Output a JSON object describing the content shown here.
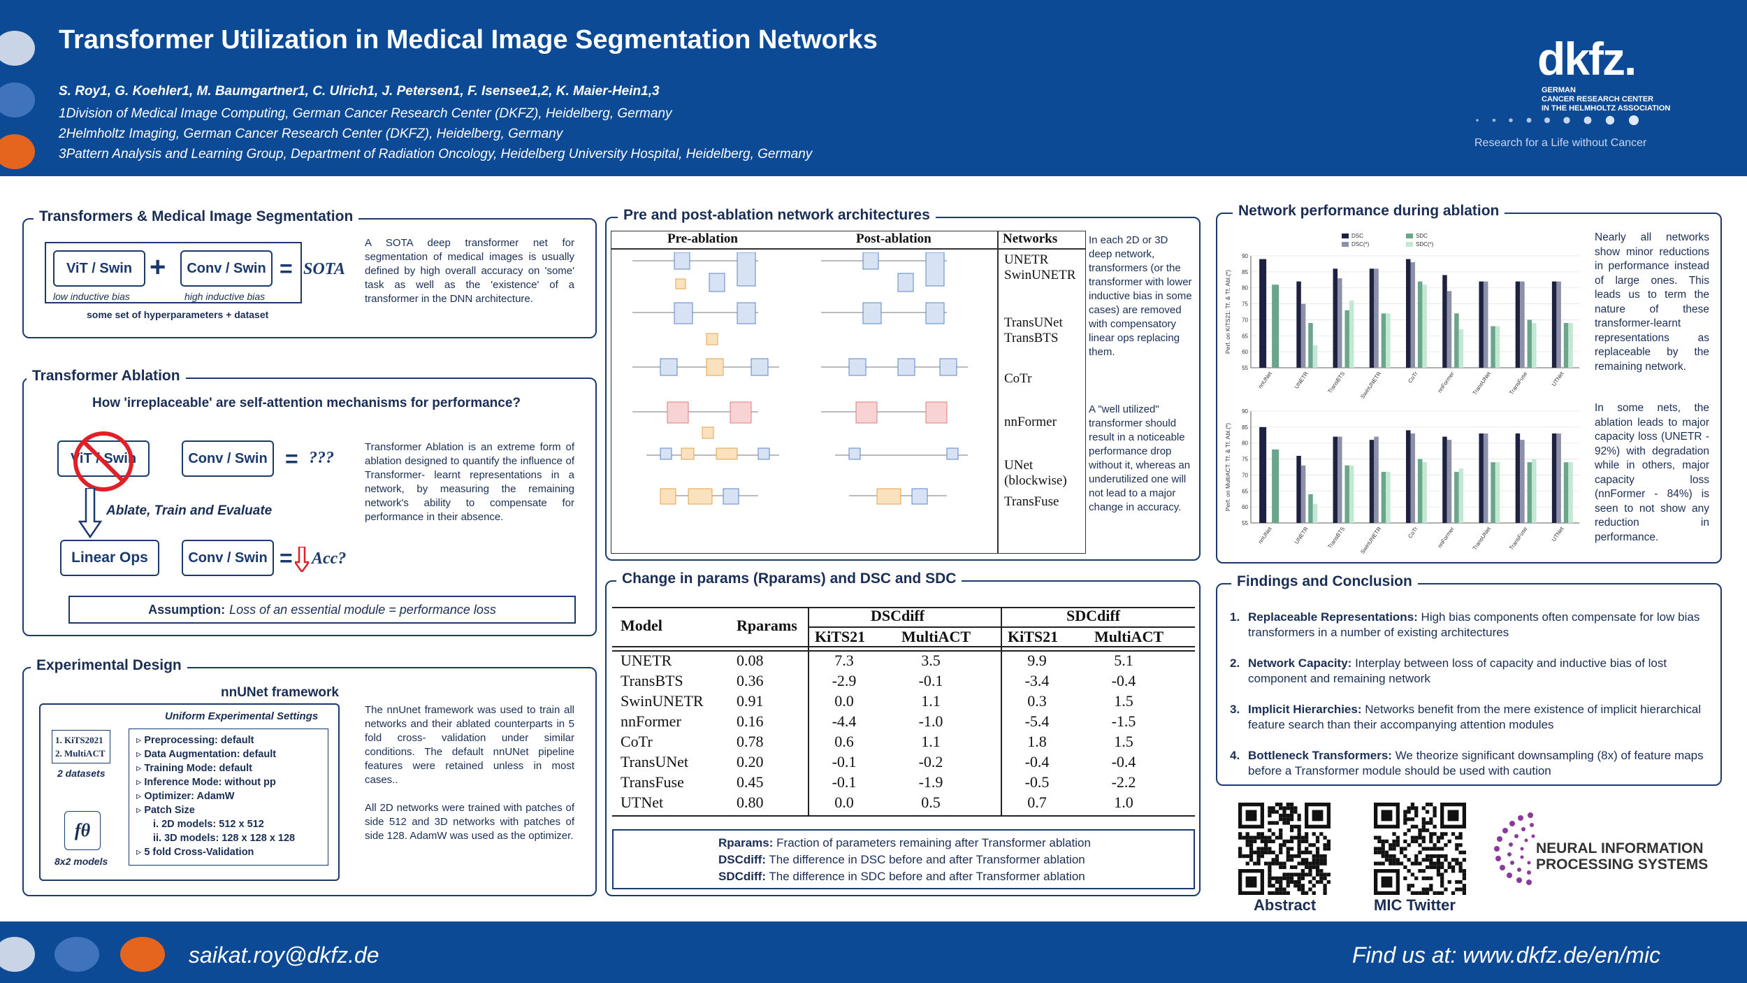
{
  "header": {
    "title": "Transformer Utilization in Medical Image Segmentation Networks",
    "authors": "S. Roy1, G. Koehler1, M. Baumgartner1, C. Ulrich1, J. Petersen1, F. Isensee1,2, K. Maier-Hein1,3",
    "affiliations": [
      "1Division of Medical Image Computing, German Cancer Research Center (DKFZ), Heidelberg, Germany",
      "2Helmholtz Imaging, German Cancer Research Center (DKFZ), Heidelberg, Germany",
      "3Pattern Analysis and Learning Group, Department of Radiation Oncology, Heidelberg University Hospital, Heidelberg, Germany"
    ],
    "logo": "dkfz.",
    "logo_sub": [
      "GERMAN",
      "CANCER RESEARCH CENTER",
      "IN THE HELMHOLTZ ASSOCIATION"
    ],
    "slogan": "Research for a Life without Cancer"
  },
  "panel1": {
    "title": "Transformers & Medical Image Segmentation",
    "vit": "ViT / Swin",
    "conv": "Conv / Swin",
    "plus": "+",
    "eq": "=",
    "sota": "SOTA",
    "low": "low inductive bias",
    "high": "high inductive bias",
    "hyper": "some set of hyperparameters + dataset",
    "text": "A SOTA deep transformer net for segmentation of medical images is usually defined by high overall accuracy on 'some' task as well as the 'existence' of a transformer in the DNN architecture."
  },
  "panel2": {
    "title": "Transformer Ablation",
    "question": "How 'irreplaceable' are self-attention mechanisms for performance?",
    "vit": "ViT / Swin",
    "conv": "Conv / Swin",
    "qqq": "???",
    "ablate": "Ablate, Train and Evaluate",
    "linear": "Linear Ops",
    "acc": "Acc?",
    "text": "Transformer Ablation is an extreme form of ablation designed to quantify the influence of Transformer- learnt representations in a network, by measuring the remaining network's ability to compensate for performance in their absence.",
    "assumption_bold": "Assumption:",
    "assumption": "Loss of an essential module = performance loss"
  },
  "panel3": {
    "title": "Experimental Design",
    "framework": "nnUNet framework",
    "uniform": "Uniform Experimental Settings",
    "datasets": [
      "1. KiTS2021",
      "2. MultiACT"
    ],
    "datasets_label": "2 datasets",
    "models_label": "8x2 models",
    "f_theta": "fθ",
    "settings": [
      "Preprocessing: default",
      "Data Augmentation: default",
      "Training Mode: default",
      "Inference Mode: without pp",
      "Optimizer: AdamW",
      "Patch Size",
      "i.  2D models: 512 x 512",
      "ii.  3D models: 128 x 128 x 128",
      "5 fold Cross-Validation"
    ],
    "text1": "The nnUnet framework was used to train all networks and their ablated counterparts in 5 fold cross- validation under similar conditions. The default nnUNet pipeline features were retained unless in most cases..",
    "text2": "All 2D networks were trained with patches of side 512 and 3D networks with patches of side 128. AdamW was used as the optimizer."
  },
  "panel4": {
    "title": "Pre and post-ablation network architectures",
    "col_pre": "Pre-ablation",
    "col_post": "Post-ablation",
    "col_net": "Networks",
    "networks": [
      "UNETR",
      "SwinUNETR",
      "TransUNet",
      "TransBTS",
      "CoTr",
      "nnFormer",
      "UNet",
      "(blockwise)",
      "TransFuse"
    ],
    "text1": "In each 2D or 3D deep network, transformers (or the transformer with lower inductive bias in some cases) are removed with compensatory linear ops replacing them.",
    "text2": "A \"well utilized\" transformer should result in a noticeable performance drop without it, whereas an underutilized one will not lead to a major change in accuracy."
  },
  "panel5": {
    "title": "Change in params (Rparams) and DSC and SDC",
    "h_model": "Model",
    "h_r": "Rparams",
    "h_dsc": "DSCdiff",
    "h_sdc": "SDCdiff",
    "h_kits": "KiTS21",
    "h_multi": "MultiACT",
    "rows": [
      [
        "UNETR",
        "0.08",
        "7.3",
        "3.5",
        "9.9",
        "5.1"
      ],
      [
        "TransBTS",
        "0.36",
        "-2.9",
        "-0.1",
        "-3.4",
        "-0.4"
      ],
      [
        "SwinUNETR",
        "0.91",
        "0.0",
        "1.1",
        "0.3",
        "1.5"
      ],
      [
        "nnFormer",
        "0.16",
        "-4.4",
        "-1.0",
        "-5.4",
        "-1.5"
      ],
      [
        "CoTr",
        "0.78",
        "0.6",
        "1.1",
        "1.8",
        "1.5"
      ],
      [
        "TransUNet",
        "0.20",
        "-0.1",
        "-0.2",
        "-0.4",
        "-0.4"
      ],
      [
        "TransFuse",
        "0.45",
        "-0.1",
        "-1.9",
        "-0.5",
        "-2.2"
      ],
      [
        "UTNet",
        "0.80",
        "0.0",
        "0.5",
        "0.7",
        "1.0"
      ]
    ],
    "legend": [
      [
        "Rparams:",
        "Fraction of parameters remaining after Transformer ablation"
      ],
      [
        "DSCdiff:",
        "The difference in DSC before and after Transformer ablation"
      ],
      [
        "SDCdiff:",
        "The difference in SDC before and after Transformer ablation"
      ]
    ]
  },
  "panel6": {
    "title": "Network performance during ablation",
    "text1": "Nearly all networks show minor reductions in performance instead of large ones. This leads us to term the nature of these transformer-learnt representations as replaceable by the remaining network.",
    "text2": "In some nets, the ablation leads to major capacity loss (UNETR - 92%) with degradation while in others, major capacity loss (nnFormer - 84%) is seen to not show any reduction in performance."
  },
  "chart_data": [
    {
      "type": "bar",
      "ylabel": "Perf. on KiTS21: Tf. & Tf. Abl.(*)",
      "ylim": [
        55,
        90
      ],
      "legend": [
        "DSC",
        "DSC(*)",
        "SDC",
        "SDC(*)"
      ],
      "categories": [
        "nnUNet",
        "UNETR",
        "TransBTS",
        "SwinUNETR",
        "CoTr",
        "nnFormer",
        "TransUNet",
        "TransFuse",
        "UTNet"
      ],
      "series": [
        {
          "name": "DSC",
          "values": [
            89,
            82,
            86,
            86,
            89,
            84,
            82,
            82,
            82
          ]
        },
        {
          "name": "DSC(*)",
          "values": [
            null,
            75,
            83,
            86,
            88,
            79,
            82,
            82,
            82
          ]
        },
        {
          "name": "SDC",
          "values": [
            81,
            69,
            73,
            72,
            82,
            72,
            68,
            70,
            69
          ]
        },
        {
          "name": "SDC(*)",
          "values": [
            null,
            62,
            76,
            72,
            81,
            67,
            68,
            69,
            69
          ]
        }
      ],
      "colors": [
        "#1e2240",
        "#8d90a8",
        "#6aa58c",
        "#c2e8d4"
      ]
    },
    {
      "type": "bar",
      "ylabel": "Perf. on MultiACT: Tf. & Tf. Abl.(*)",
      "ylim": [
        55,
        90
      ],
      "legend": [
        "DSC",
        "DSC(*)",
        "SDC",
        "SDC(*)"
      ],
      "categories": [
        "nnUNet",
        "UNETR",
        "TransBTS",
        "SwinUNETR",
        "CoTr",
        "nnFormer",
        "TransUNet",
        "TransFuse",
        "UTNet"
      ],
      "series": [
        {
          "name": "DSC",
          "values": [
            85,
            76,
            82,
            81,
            84,
            82,
            83,
            83,
            83
          ]
        },
        {
          "name": "DSC(*)",
          "values": [
            null,
            73,
            82,
            82,
            83,
            81,
            83,
            81,
            83
          ]
        },
        {
          "name": "SDC",
          "values": [
            78,
            64,
            73,
            71,
            75,
            71,
            74,
            74,
            74
          ]
        },
        {
          "name": "SDC(*)",
          "values": [
            null,
            61,
            73,
            71,
            74,
            72,
            74,
            75,
            74
          ]
        }
      ],
      "colors": [
        "#1e2240",
        "#8d90a8",
        "#6aa58c",
        "#c2e8d4"
      ]
    }
  ],
  "panel7": {
    "title": "Findings and Conclusion",
    "items": [
      {
        "n": "1.",
        "head": "Replaceable Representations:",
        "body": "High bias components often compensate for low bias transformers in a number of existing architectures"
      },
      {
        "n": "2.",
        "head": "Network Capacity:",
        "body": "Interplay between loss of capacity and inductive bias of lost component and remaining network"
      },
      {
        "n": "3.",
        "head": "Implicit Hierarchies:",
        "body": "Networks benefit from the mere existence of implicit hierarchical feature search than their accompanying attention modules"
      },
      {
        "n": "4.",
        "head": "Bottleneck Transformers:",
        "body": "We theorize significant downsampling (8x) of feature maps before a Transformer module should be used with caution"
      }
    ],
    "qr1": "Abstract",
    "qr2": "MIC Twitter",
    "neurips": [
      "NEURAL INFORMATION",
      "PROCESSING SYSTEMS"
    ]
  },
  "footer": {
    "email": "saikat.roy@dkfz.de",
    "find": "Find us at: www.dkfz.de/en/mic"
  }
}
